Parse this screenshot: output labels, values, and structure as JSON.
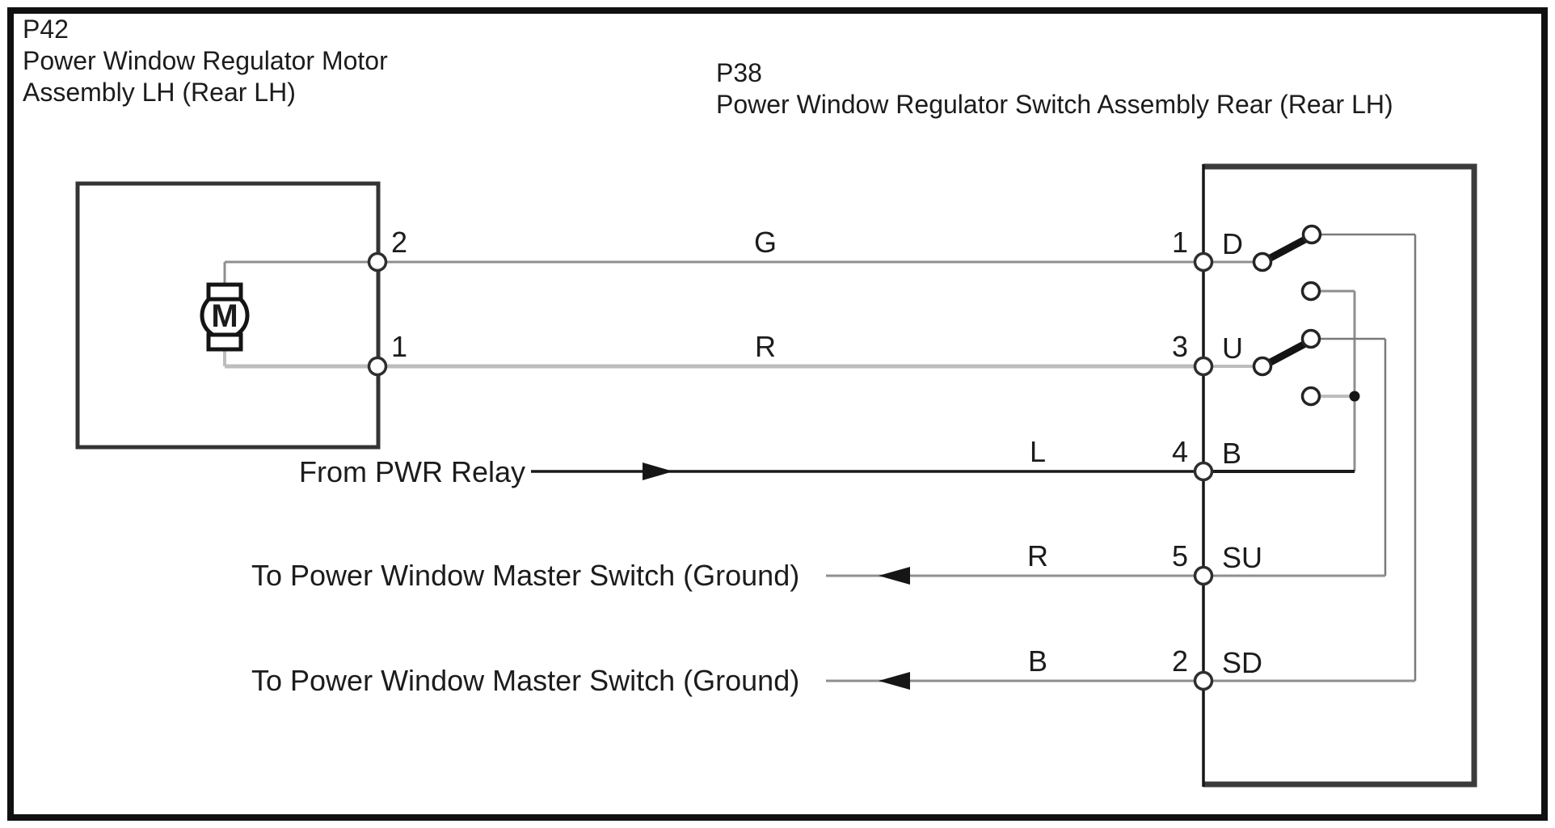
{
  "colors": {
    "ink": "#1a1a1a",
    "page_border": "#101010",
    "box_border": "#343434",
    "wire_gray": "#8f8f8f",
    "wire_light": "#bdbdbd",
    "wire_dark": "#1a1a1a"
  },
  "left_component": {
    "id": "P42",
    "title_line1": "Power Window Regulator Motor",
    "title_line2": "Assembly LH (Rear LH)",
    "motor_label": "M",
    "pin_top": "2",
    "pin_bottom": "1"
  },
  "right_component": {
    "id": "P38",
    "title": "Power Window Regulator Switch Assembly Rear (Rear LH)",
    "pins": [
      {
        "number": "1",
        "name": "D"
      },
      {
        "number": "3",
        "name": "U"
      },
      {
        "number": "4",
        "name": "B"
      },
      {
        "number": "5",
        "name": "SU"
      },
      {
        "number": "2",
        "name": "SD"
      }
    ]
  },
  "wires": [
    {
      "label": "G"
    },
    {
      "label": "R"
    },
    {
      "label": "L",
      "annotation": "From PWR Relay"
    },
    {
      "label": "R",
      "annotation": "To Power Window Master Switch (Ground)"
    },
    {
      "label": "B",
      "annotation": "To Power Window Master Switch (Ground)"
    }
  ]
}
